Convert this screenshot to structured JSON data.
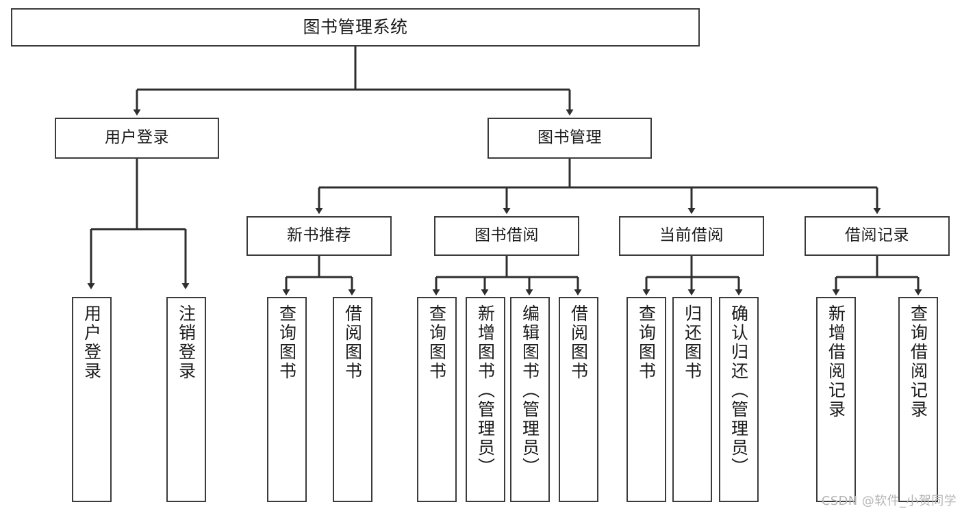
{
  "diagram": {
    "type": "tree-hierarchy-diagram",
    "title": "图书管理系统",
    "colors": {
      "background": "#ffffff",
      "box_border": "#3b3b3b",
      "connector": "#2e2e2e",
      "text": "#1b1b1b",
      "watermark": "#b4b4b4"
    },
    "root": {
      "label": "图书管理系统"
    },
    "level2": [
      {
        "id": "user-login",
        "label": "用户登录"
      },
      {
        "id": "book-management",
        "label": "图书管理"
      }
    ],
    "level3": [
      {
        "id": "new-book-recommend",
        "label": "新书推荐",
        "parent": "book-management"
      },
      {
        "id": "book-borrow",
        "label": "图书借阅",
        "parent": "book-management"
      },
      {
        "id": "current-borrow",
        "label": "当前借阅",
        "parent": "book-management"
      },
      {
        "id": "borrow-record",
        "label": "借阅记录",
        "parent": "book-management"
      }
    ],
    "leaves": {
      "user-login": [
        {
          "id": "leaf-user-login",
          "label": "用户登录"
        },
        {
          "id": "leaf-logout-login",
          "label": "注销登录"
        }
      ],
      "new-book-recommend": [
        {
          "id": "leaf-query-book-1",
          "label": "查询图书"
        },
        {
          "id": "leaf-borrow-book-1",
          "label": "借阅图书"
        }
      ],
      "book-borrow": [
        {
          "id": "leaf-query-book-2",
          "label": "查询图书"
        },
        {
          "id": "leaf-add-book",
          "label": "新增图书（管理员）"
        },
        {
          "id": "leaf-edit-book",
          "label": "编辑图书（管理员）"
        },
        {
          "id": "leaf-borrow-book-2",
          "label": "借阅图书"
        }
      ],
      "current-borrow": [
        {
          "id": "leaf-query-book-3",
          "label": "查询图书"
        },
        {
          "id": "leaf-return-book",
          "label": "归还图书"
        },
        {
          "id": "leaf-confirm-return",
          "label": "确认归还（管理员）"
        }
      ],
      "borrow-record": [
        {
          "id": "leaf-add-record",
          "label": "新增借阅记录"
        },
        {
          "id": "leaf-query-record",
          "label": "查询借阅记录"
        }
      ]
    }
  },
  "watermark": {
    "text": "CSDN @软件_小贺同学"
  }
}
